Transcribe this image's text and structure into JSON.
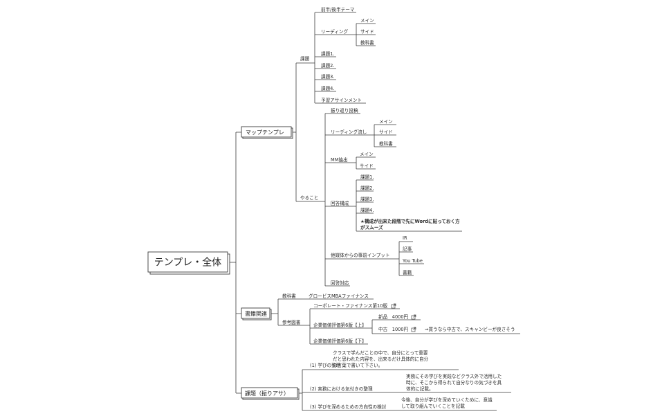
{
  "root": "テンプレ・全体",
  "b1": {
    "label": "マップテンプレ",
    "kadai": {
      "label": "課題",
      "theme": "前半/後半テーマ",
      "reading": {
        "label": "リーディング",
        "items": [
          "メイン",
          "サイド",
          "教科書"
        ]
      },
      "k1": "課題1.",
      "k2": "課題2.",
      "k3": "課題3.",
      "k4": "課題4.",
      "yoshu": "予習アサインメント"
    },
    "yaru": {
      "label": "やること",
      "furikaeri": "振り返り投稿",
      "readingflow": {
        "label": "リーディング流し",
        "items": [
          "メイン",
          "サイド",
          "教科書"
        ]
      },
      "mm": {
        "label": "MM抽出",
        "items": [
          "メイン",
          "サイド"
        ]
      },
      "kaito": {
        "label": "回答構成",
        "items": [
          "課題1.",
          "課題2.",
          "課題3.",
          "課題4."
        ],
        "note1": "★構成が出来た段階で先にWordに貼っておく方",
        "note2": "がスムーズ"
      },
      "input": {
        "label": "他媒体からの事前インプット",
        "items": [
          "IR",
          "記事",
          "You Tube",
          "書籍"
        ]
      },
      "taio": "回答対応"
    }
  },
  "b2": {
    "label": "書籍関連",
    "kyokasho": {
      "label": "教科書",
      "value": "グロービスMBAファイナンス"
    },
    "sanko": {
      "label": "参考図書",
      "cf": "コーポレート・ファイナンス第10版",
      "jo": {
        "label": "企業価値評価第6版【上】",
        "shin": "新品　4000円",
        "chuko": "中古　1000円",
        "note": "⇒買うなら中古で、スキャンビーが良さそう"
      },
      "ge": "企業価値評価第6版【下】"
    }
  },
  "b3": {
    "label": "課題（振りアサ）",
    "s1": {
      "label": "(1) 学びの整理",
      "lines": [
        "クラスで学んだことの中で、自分にとって重要",
        "だと思われた内容を、出来るだけ具体的に自分",
        "の言葉で書いて下さい。"
      ]
    },
    "s2": {
      "label": "(2) 実務における気付きの整理",
      "lines": [
        "実務にその学びを実践などクラス外で活用した",
        "時に、そこから得られて自分なりの気づきを具",
        "体的に記載。"
      ]
    },
    "s3": {
      "label": "(3) 学びを深めるための方向性の検討",
      "lines": [
        "今後、自分が学びを深めていくために、意識",
        "して取り組んでいくことを記載"
      ]
    }
  }
}
